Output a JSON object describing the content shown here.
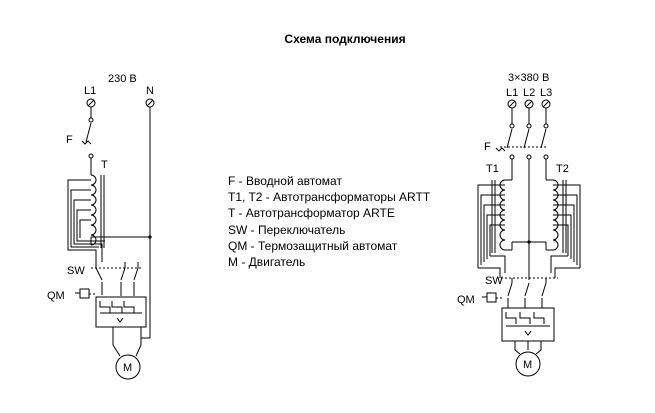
{
  "title": "Схема подключения",
  "legend": [
    "F - Вводной автомат",
    "T1, T2 - Автотрансформаторы ARTT",
    "T - Автотрансформатор ARTE",
    "SW - Переключатель",
    "QM - Термозащитный автомат",
    "M - Двигатель"
  ],
  "left_diagram": {
    "voltage": "230 В",
    "terminal_l": "L1",
    "terminal_n": "N",
    "label_f": "F",
    "label_t": "T",
    "label_sw": "SW",
    "label_qm": "QM",
    "label_m": "M"
  },
  "right_diagram": {
    "voltage": "3×380 В",
    "terminal_l1": "L1",
    "terminal_l2": "L2",
    "terminal_l3": "L3",
    "label_f": "F",
    "label_t1": "T1",
    "label_t2": "T2",
    "label_sw": "SW",
    "label_qm": "QM",
    "label_m": "M"
  }
}
